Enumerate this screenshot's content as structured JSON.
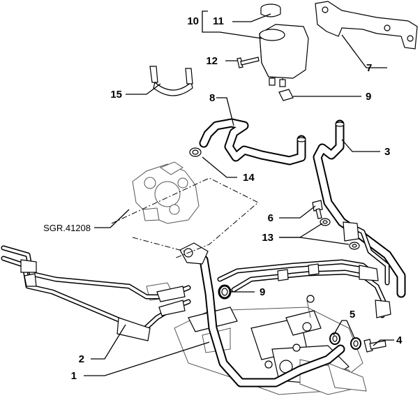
{
  "callouts": {
    "c1": "1",
    "c2": "2",
    "c3": "3",
    "c4": "4",
    "c5": "5",
    "c6": "6",
    "c7": "7",
    "c8": "8",
    "c9a": "9",
    "c9b": "9",
    "c10": "10",
    "c11": "11",
    "c12": "12",
    "c13": "13",
    "c14": "14",
    "c15": "15"
  },
  "reference": {
    "pump_group": "SGR.41208"
  }
}
